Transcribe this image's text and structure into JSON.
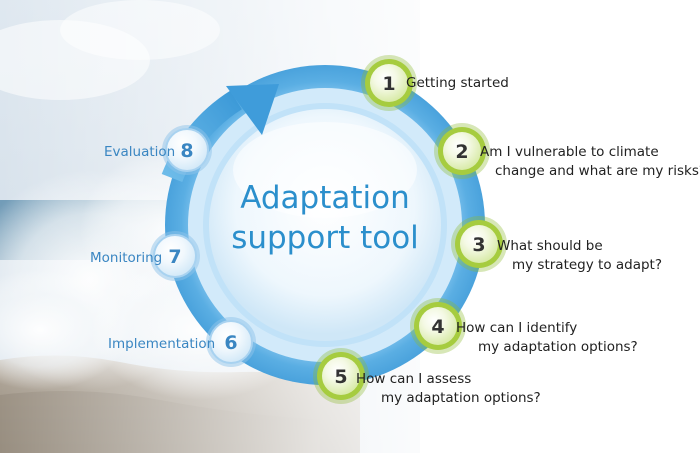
{
  "center": {
    "line1": "Adaptation",
    "line2": "support tool"
  },
  "colors": {
    "ring_blue": "#5aaee3",
    "green_node": "#a6cc3f",
    "blue_node": "#8fc3ea",
    "title_blue": "#2b8fcc",
    "label_blue": "#3a86c2"
  },
  "steps": [
    {
      "num": "1",
      "line1": "Getting started",
      "line2": ""
    },
    {
      "num": "2",
      "line1": "Am I vulnerable to climate",
      "line2": "change and what are my risks?"
    },
    {
      "num": "3",
      "line1": "What should be",
      "line2": "my strategy to adapt?"
    },
    {
      "num": "4",
      "line1": "How can I identify",
      "line2": "my adaptation options?"
    },
    {
      "num": "5",
      "line1": "How can I assess",
      "line2": "my adaptation options?"
    },
    {
      "num": "6",
      "line1": "Implementation"
    },
    {
      "num": "7",
      "line1": "Monitoring"
    },
    {
      "num": "8",
      "line1": "Evaluation"
    }
  ]
}
